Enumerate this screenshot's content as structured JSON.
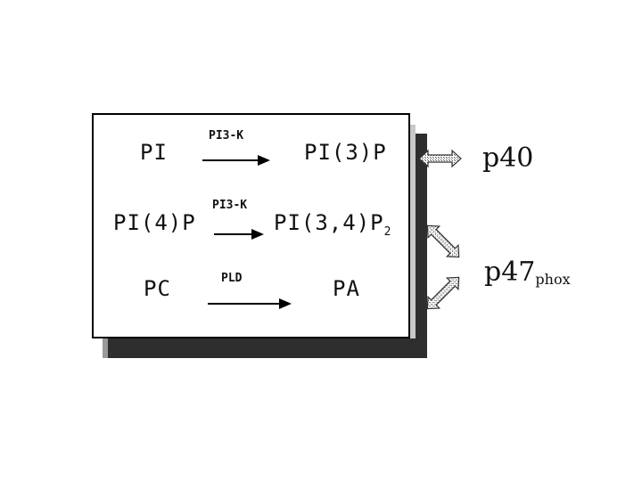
{
  "reactions": [
    {
      "substrate": "PI",
      "enzyme": "PI3-K",
      "product": "PI(3)P"
    },
    {
      "substrate": "PI(4)P",
      "enzyme": "PI3-K",
      "product": "PI(3,4)P",
      "product_sub": "2"
    },
    {
      "substrate": "PC",
      "enzyme": "PLD",
      "product": "PA"
    }
  ],
  "proteins": {
    "p40": "p40",
    "p47": "p47",
    "p47_sub": "phox"
  },
  "colors": {
    "shadow_dark": "#2e2e2e",
    "shadow_mid": "#8a8a8a",
    "arrow_fill": "#bdbdbd"
  }
}
